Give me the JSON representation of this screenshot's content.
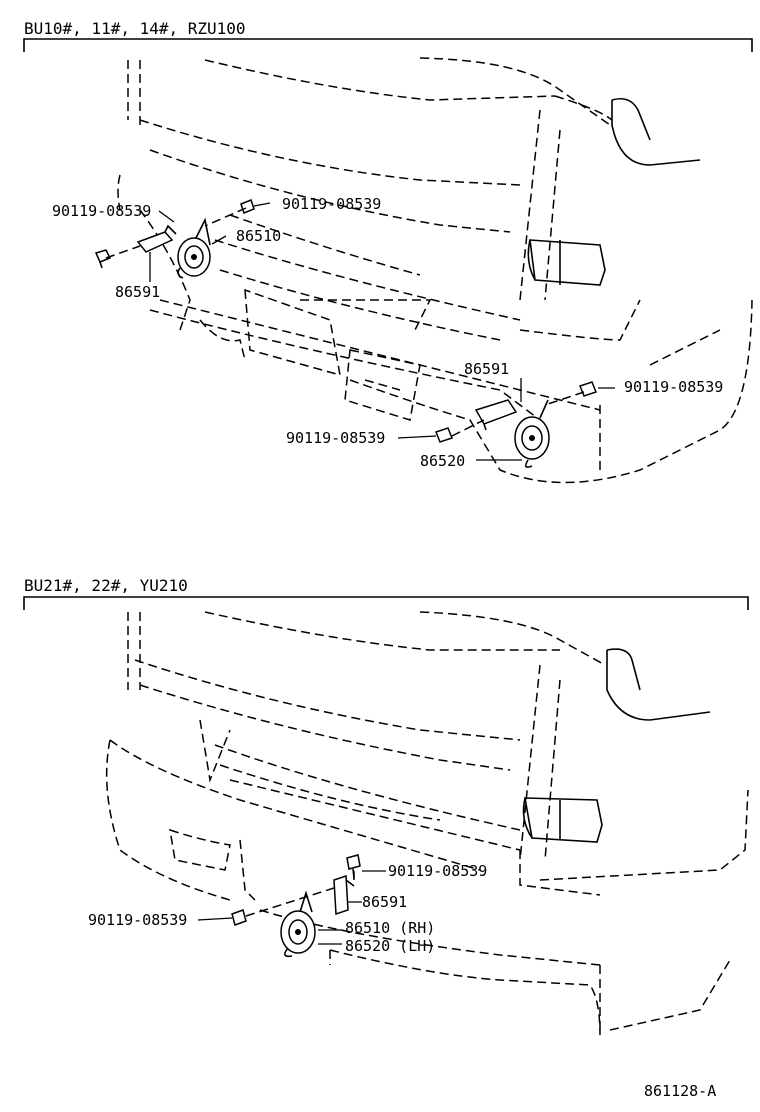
{
  "sections": [
    {
      "title": "BU10#, 11#, 14#, RZU100",
      "callouts": [
        "90119-08539",
        "90119-08539",
        "86510",
        "86591",
        "86591",
        "90119-08539",
        "90119-08539",
        "86520"
      ]
    },
    {
      "title": "BU21#, 22#, YU210",
      "callouts": [
        "90119-08539",
        "86591",
        "90119-08539",
        "86510 (RH)",
        "86520 (LH)"
      ]
    }
  ],
  "diagram_id": "861128-A"
}
